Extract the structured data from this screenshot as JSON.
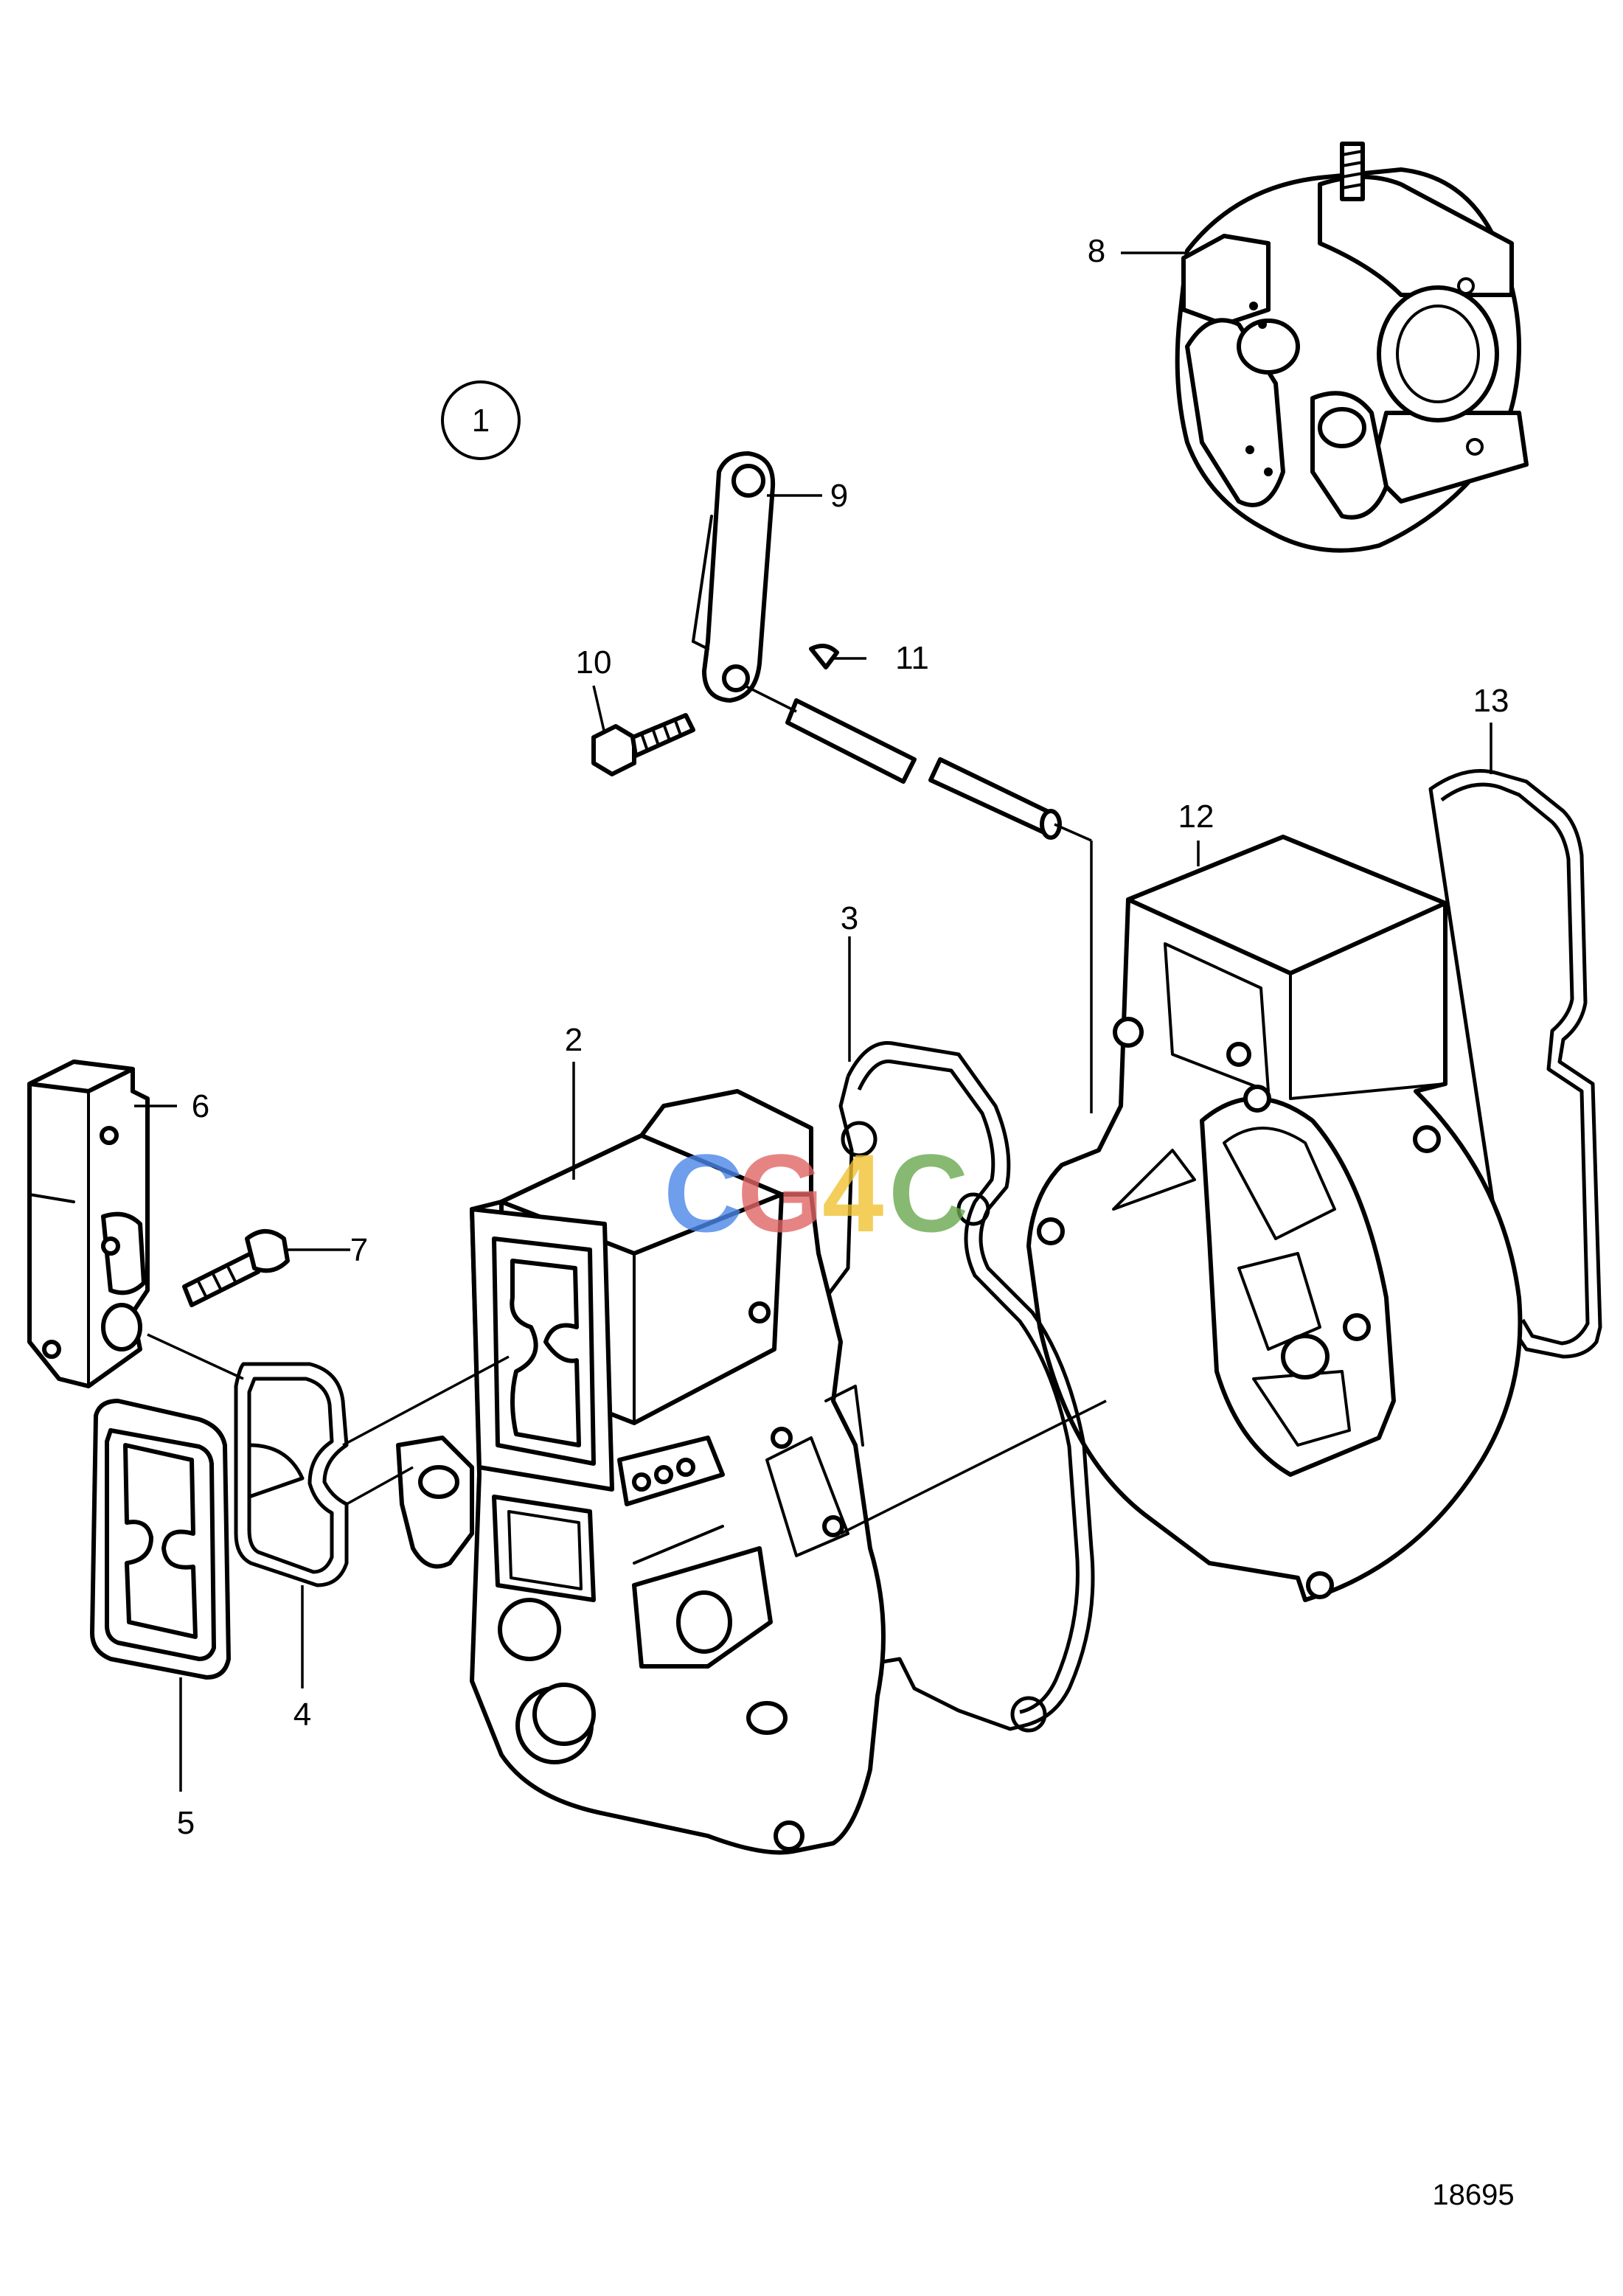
{
  "diagram": {
    "group_marker": "1",
    "drawing_number": "18695",
    "callouts": [
      "2",
      "3",
      "4",
      "5",
      "6",
      "7",
      "8",
      "9",
      "10",
      "11",
      "12",
      "13"
    ],
    "watermark": {
      "letters": [
        "C",
        "G",
        "4",
        "C"
      ],
      "colors": [
        "#4a86e8",
        "#e06666",
        "#f1c232",
        "#6aa84f"
      ]
    },
    "line_color": "#000000",
    "background": "#ffffff"
  }
}
